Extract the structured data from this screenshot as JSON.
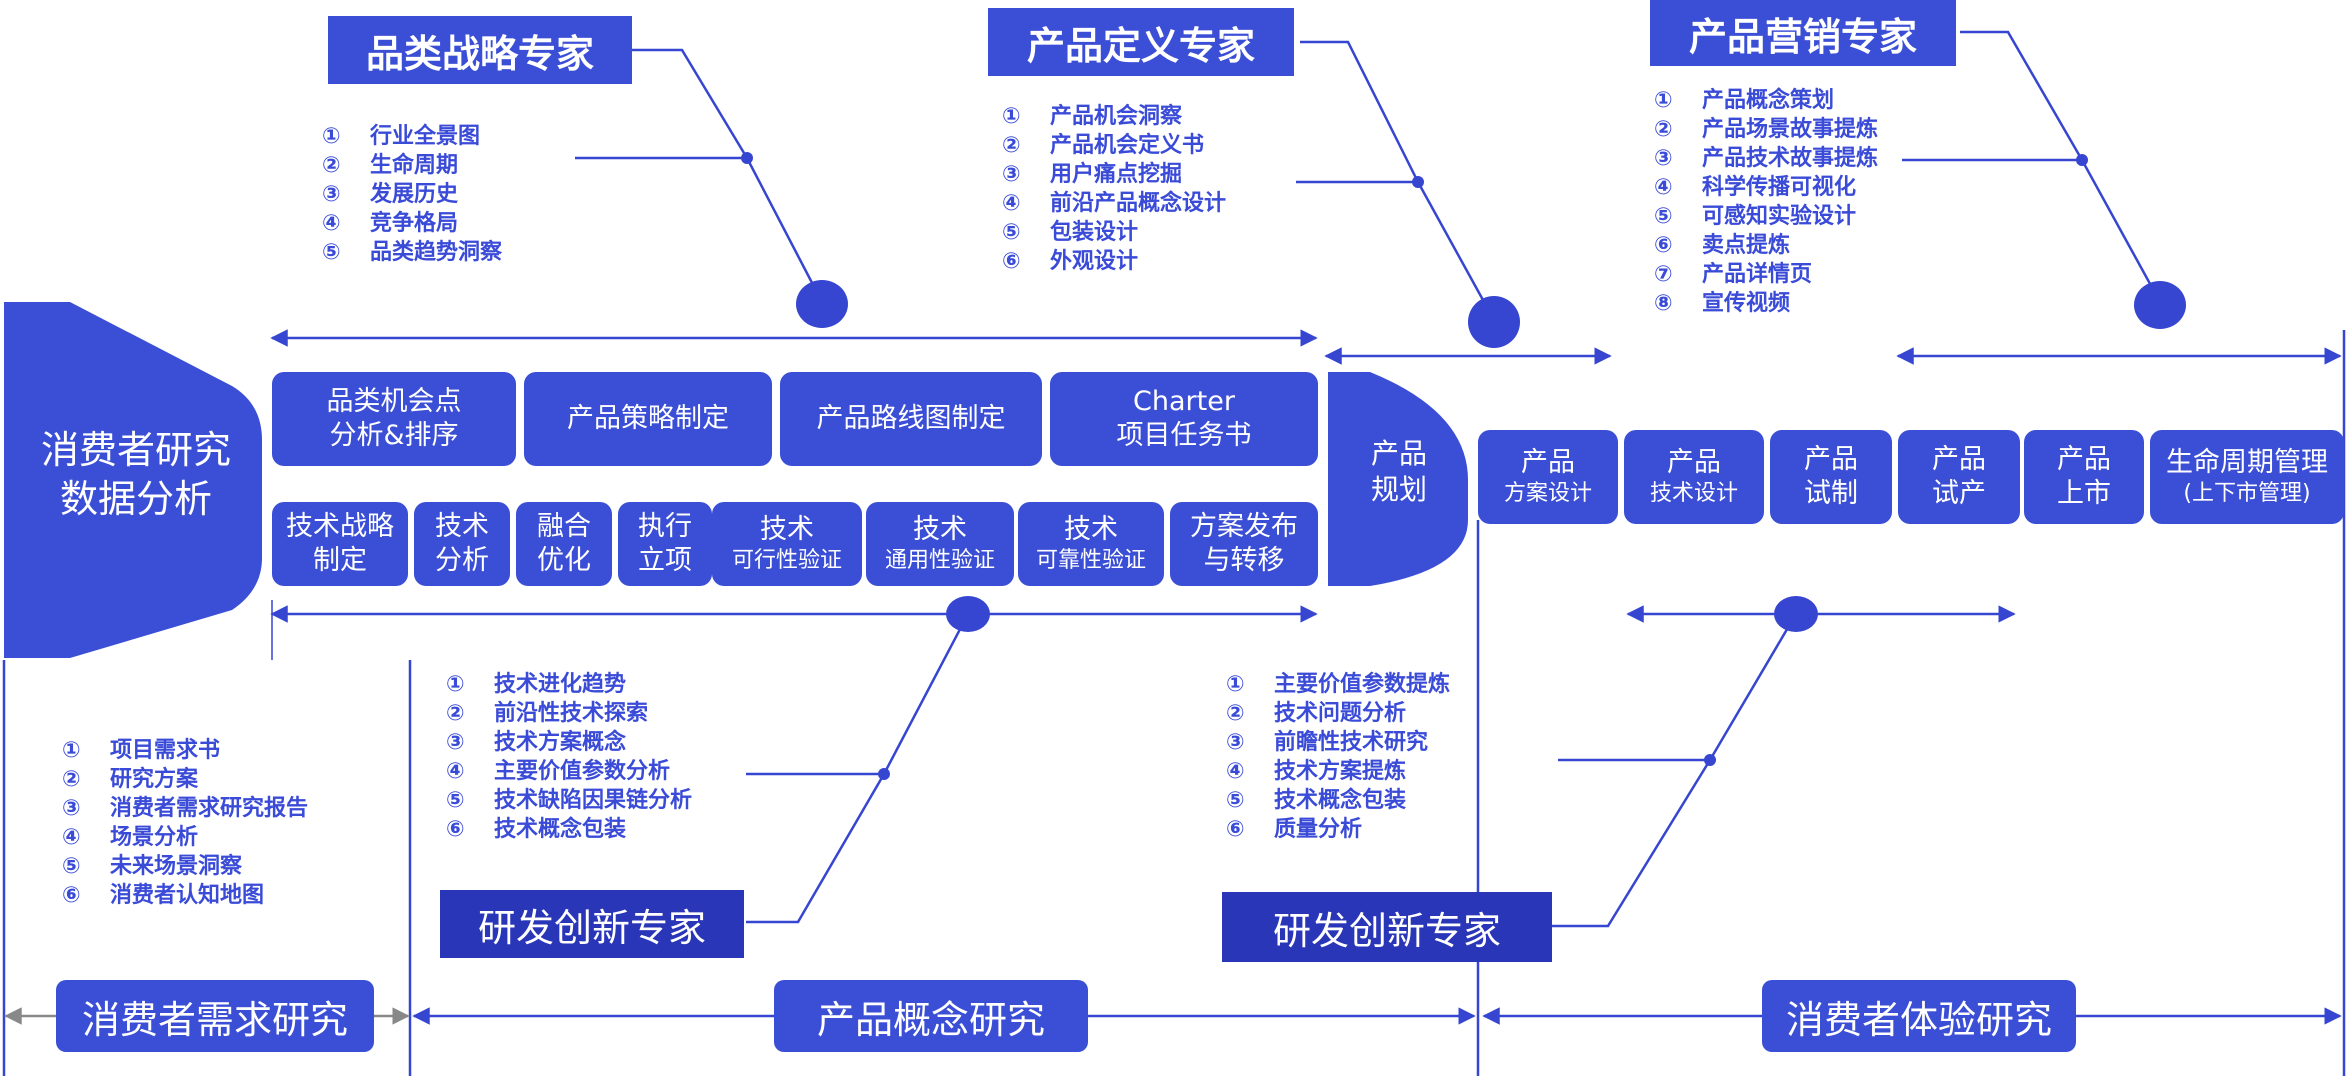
{
  "experts": {
    "category": {
      "title": "品类战略专家",
      "items": [
        "行业全景图",
        "生命周期",
        "发展历史",
        "竞争格局",
        "品类趋势洞察"
      ]
    },
    "definition": {
      "title": "产品定义专家",
      "items": [
        "产品机会洞察",
        "产品机会定义书",
        "用户痛点挖掘",
        "前沿产品概念设计",
        "包装设计",
        "外观设计"
      ]
    },
    "marketing": {
      "title": "产品营销专家",
      "items": [
        "产品概念策划",
        "产品场景故事提炼",
        "产品技术故事提炼",
        "科学传播可视化",
        "可感知实验设计",
        "卖点提炼",
        "产品详情页",
        "宣传视频"
      ]
    },
    "rd_left": {
      "title": "研发创新专家",
      "items": [
        "技术进化趋势",
        "前沿性技术探索",
        "技术方案概念",
        "主要价值参数分析",
        "技术缺陷因果链分析",
        "技术概念包装"
      ]
    },
    "rd_right": {
      "title": "研发创新专家",
      "items": [
        "主要价值参数提炼",
        "技术问题分析",
        "前瞻性技术研究",
        "技术方案提炼",
        "技术概念包装",
        "质量分析"
      ]
    }
  },
  "consumer": {
    "funnel_label": "消费者研究\n数据分析",
    "items": [
      "项目需求书",
      "研究方案",
      "消费者需求研究报告",
      "场景分析",
      "未来场景洞察",
      "消费者认知地图"
    ]
  },
  "circled_numbers": [
    "①",
    "②",
    "③",
    "④",
    "⑤",
    "⑥",
    "⑦",
    "⑧"
  ],
  "top_row": [
    "品类机会点\n分析&排序",
    "产品策略制定",
    "产品路线图制定",
    "Charter\n项目任务书"
  ],
  "tech_row": [
    {
      "main": "技术战略\n制定",
      "sub": ""
    },
    {
      "main": "技术\n分析",
      "sub": ""
    },
    {
      "main": "融合\n优化",
      "sub": ""
    },
    {
      "main": "执行\n立项",
      "sub": ""
    },
    {
      "main": "技术",
      "sub": "可行性验证"
    },
    {
      "main": "技术",
      "sub": "通用性验证"
    },
    {
      "main": "技术",
      "sub": "可靠性验证"
    },
    {
      "main": "方案发布\n与转移",
      "sub": ""
    }
  ],
  "planning_label": "产品\n规划",
  "product_row": [
    {
      "main": "产品",
      "sub": "方案设计"
    },
    {
      "main": "产品",
      "sub": "技术设计"
    },
    {
      "main": "产品\n试制",
      "sub": ""
    },
    {
      "main": "产品\n试产",
      "sub": ""
    },
    {
      "main": "产品\n上市",
      "sub": ""
    },
    {
      "main": "生命周期管理",
      "sub": "(上下市管理)"
    }
  ],
  "phases": [
    "消费者需求研究",
    "产品概念研究",
    "消费者体验研究"
  ],
  "colors": {
    "primary": "#3b4fd6",
    "dark": "#2a36b8",
    "text_blue": "#3a4bd8",
    "line": "#3646d0"
  }
}
